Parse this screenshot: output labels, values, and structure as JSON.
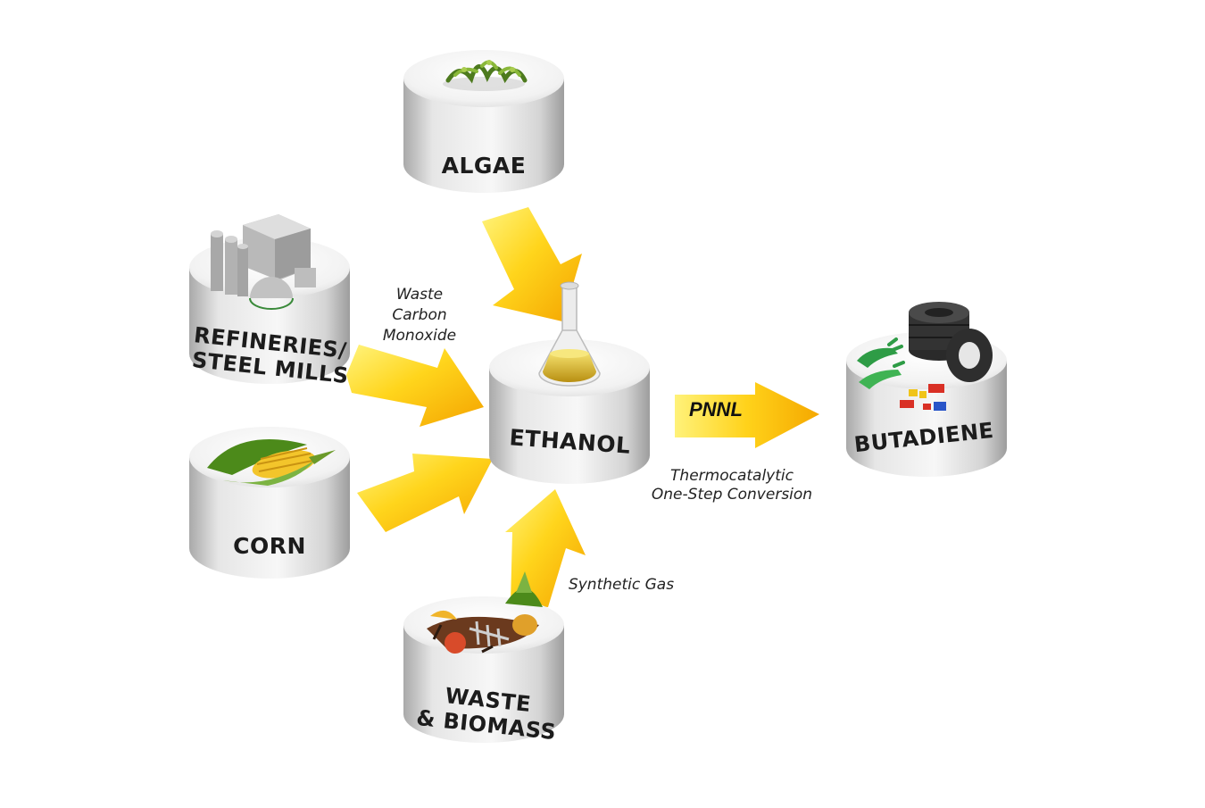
{
  "nodes": {
    "algae": {
      "label": "ALGAE"
    },
    "refineries": {
      "line1": "REFINERIES/",
      "line2": "STEEL MILLS"
    },
    "corn": {
      "label": "CORN"
    },
    "ethanol": {
      "label": "ETHANOL"
    },
    "waste": {
      "line1": "WASTE",
      "line2": "& BIOMASS"
    },
    "butadiene": {
      "label": "BUTADIENE"
    }
  },
  "annotations": {
    "waste_co": {
      "line1": "Waste",
      "line2": "Carbon",
      "line3": "Monoxide"
    },
    "syngas": "Synthetic Gas",
    "conversion": {
      "line1": "Thermocatalytic",
      "line2": "One-Step Conversion"
    },
    "pnnl": "PNNL"
  },
  "colors": {
    "arrow_light": "#fff27a",
    "arrow_mid": "#ffd21a",
    "arrow_dark": "#f5a800",
    "cylinder_top": "#f4f4f4",
    "cylinder_side": "#d8d8d8",
    "label": "#1c1c1c"
  },
  "icons": [
    "algae-icon",
    "factory-icon",
    "corn-icon",
    "flask-icon",
    "compost-icon",
    "tires-icon",
    "gloves-icon",
    "toy-bricks-icon"
  ]
}
